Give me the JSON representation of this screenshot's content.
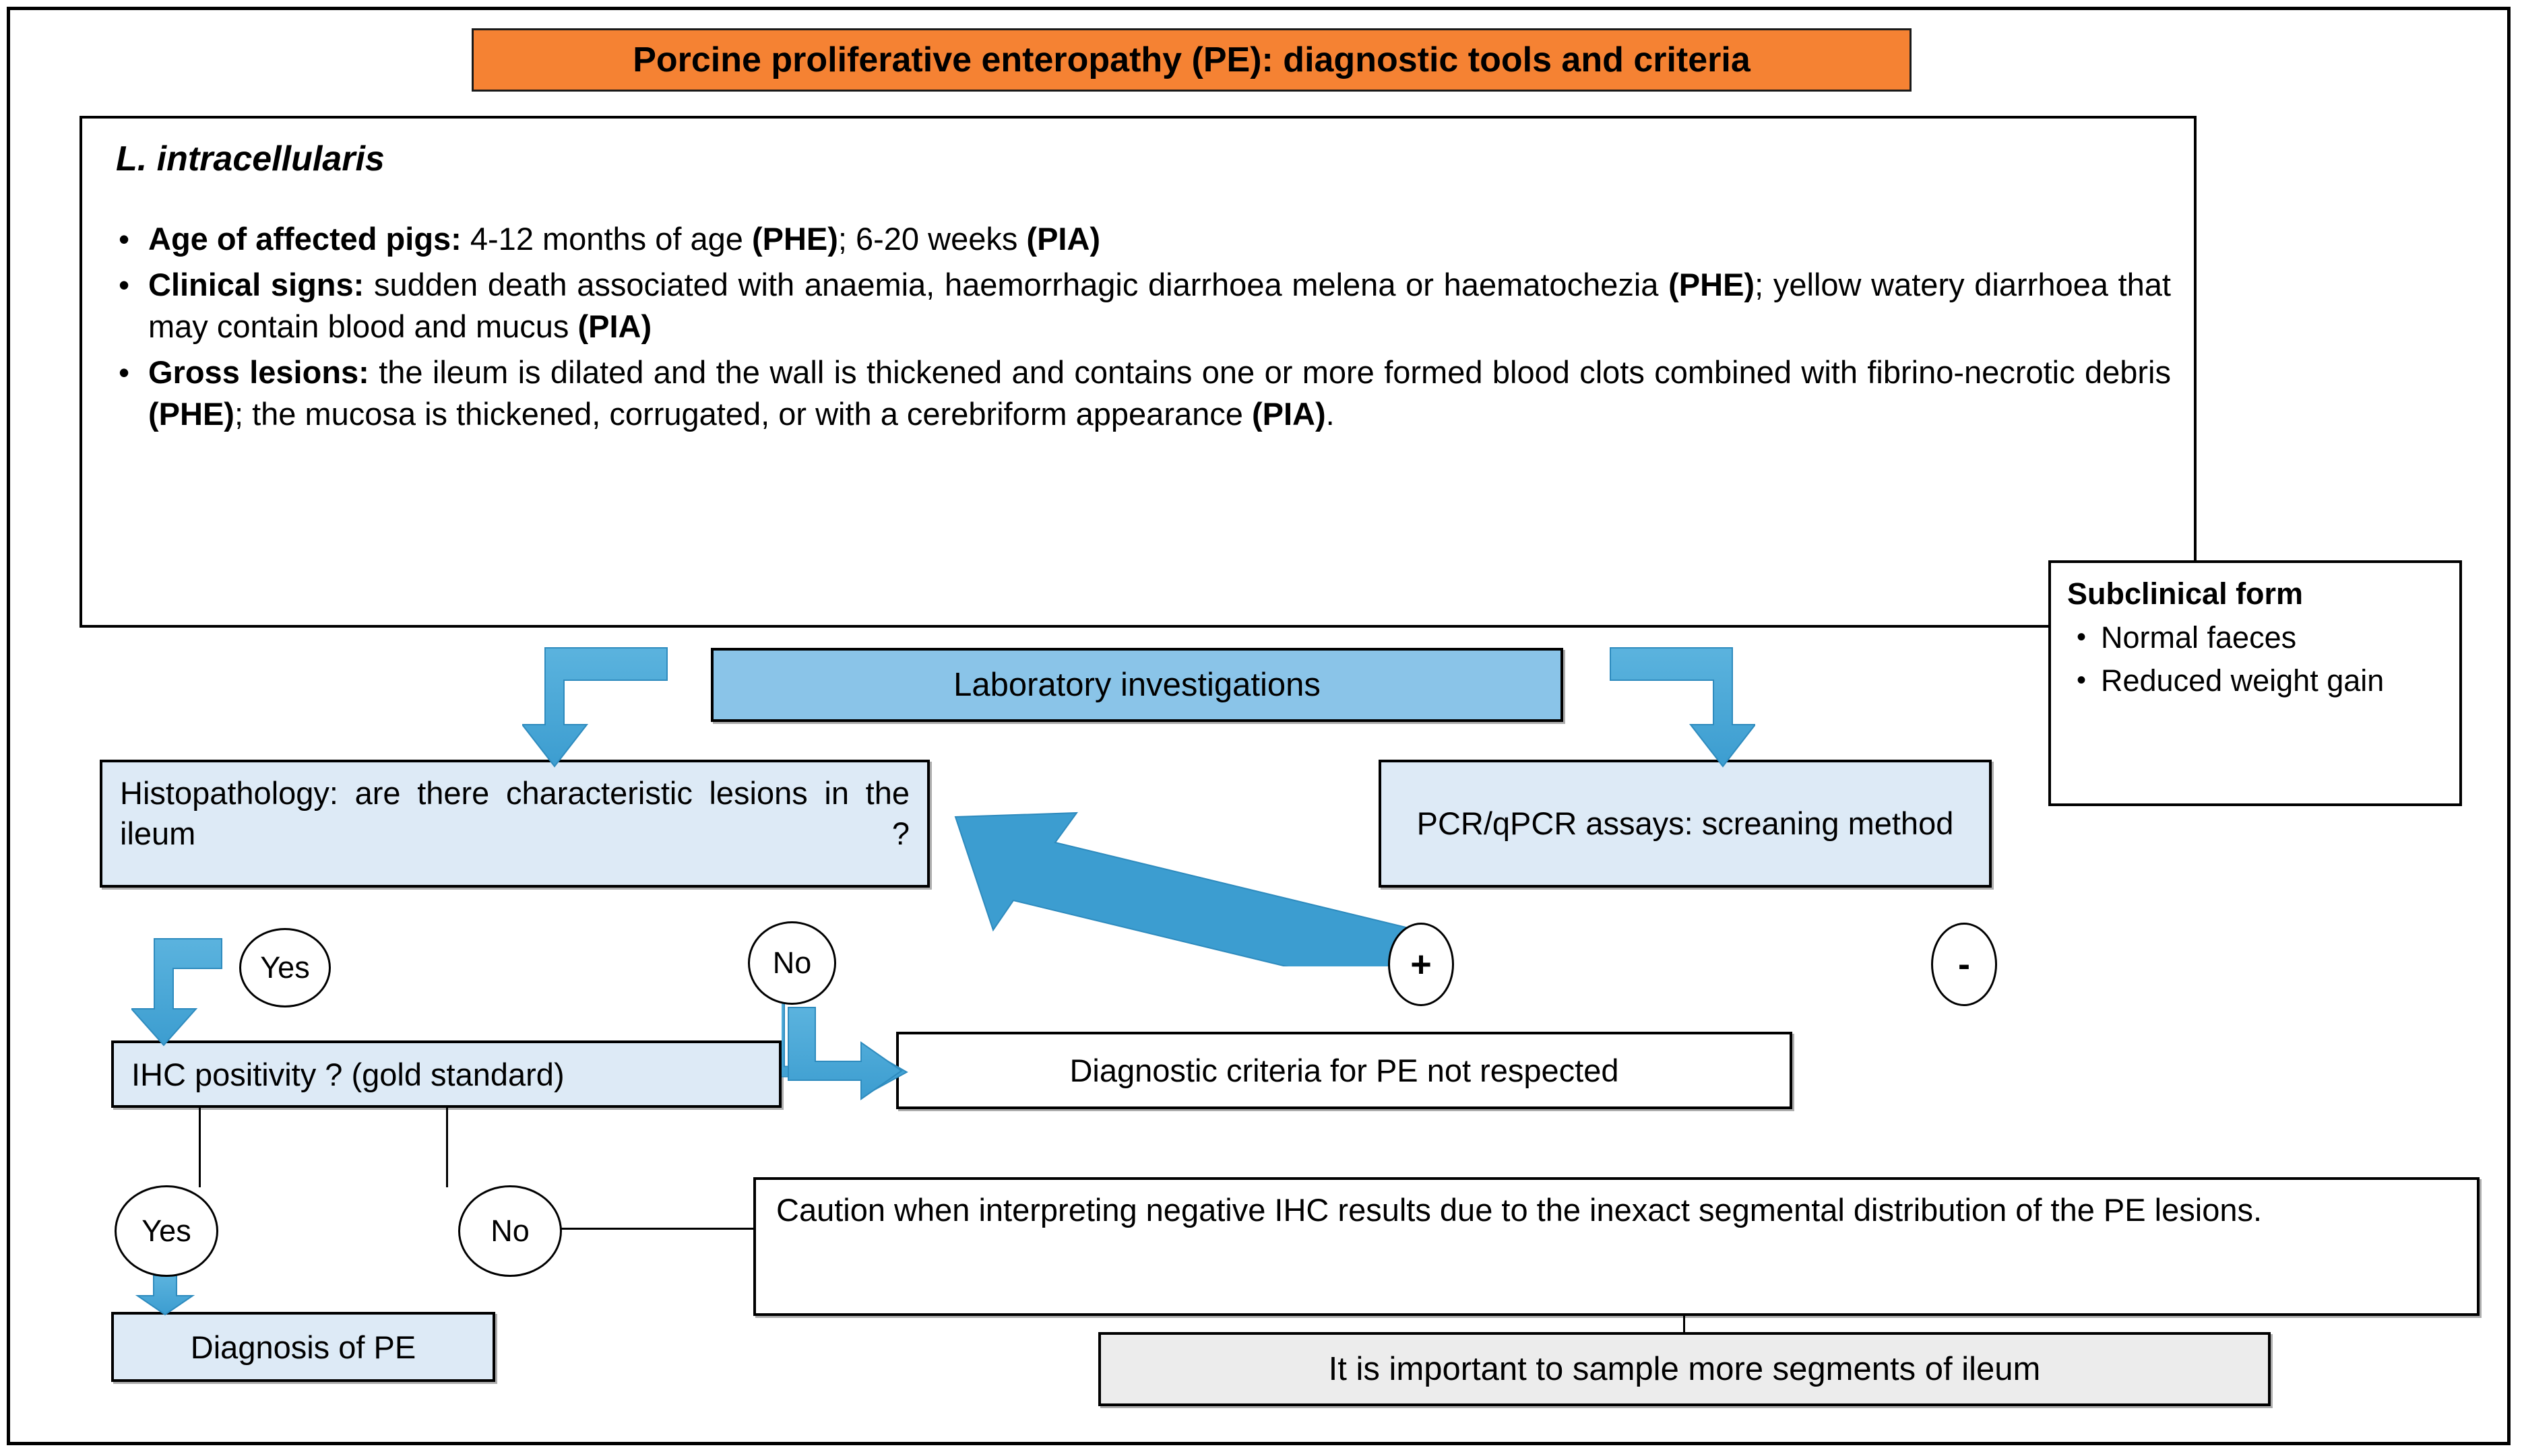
{
  "title": "Porcine proliferative enteropathy (PE): diagnostic tools and criteria",
  "colors": {
    "title_bg": "#F58233",
    "lab_box_bg": "#8AC4E8",
    "node_bg": "#DDEAF6",
    "arrow_blue": "#3C9DD0",
    "grey_box_bg": "#ECECEC"
  },
  "info_box": {
    "organism": "L. intracellularis",
    "bullets": [
      {
        "dot": "•",
        "segments": [
          {
            "text": "Age of affected pigs:",
            "bold": true
          },
          {
            "text": " 4-12 months of age ",
            "bold": false
          },
          {
            "text": "(PHE)",
            "bold": true
          },
          {
            "text": "; 6-20 weeks ",
            "bold": false
          },
          {
            "text": "(PIA)",
            "bold": true
          }
        ]
      },
      {
        "dot": "•",
        "segments": [
          {
            "text": "Clinical signs:",
            "bold": true
          },
          {
            "text": " sudden death associated with anaemia, haemorrhagic diarrhoea melena or haematochezia ",
            "bold": false
          },
          {
            "text": "(PHE)",
            "bold": true
          },
          {
            "text": "; yellow watery diarrhoea that may contain blood and mucus ",
            "bold": false
          },
          {
            "text": "(PIA)",
            "bold": true
          }
        ]
      },
      {
        "dot": "•",
        "segments": [
          {
            "text": "Gross lesions:",
            "bold": true
          },
          {
            "text": " the ileum is dilated and the wall is thickened and contains one or more formed blood clots combined with fibrino-necrotic debris ",
            "bold": false
          },
          {
            "text": "(PHE)",
            "bold": true
          },
          {
            "text": "; the mucosa is thickened, corrugated, or with a cerebriform appearance ",
            "bold": false
          },
          {
            "text": "(PIA)",
            "bold": true
          },
          {
            "text": ".",
            "bold": false
          }
        ]
      }
    ]
  },
  "subclinical": {
    "title": "Subclinical form",
    "bullet_dot": "•",
    "items": [
      "Normal faeces",
      "Reduced weight gain"
    ]
  },
  "flow": {
    "lab_investigations": "Laboratory investigations",
    "histopathology": "Histopathology: are there characteristic lesions in the ileum ?",
    "pcr_assays": "PCR/qPCR assays: screaning method",
    "ihc_positivity": "IHC positivity ? (gold standard)",
    "diagnostic_criteria_not_respected": "Diagnostic criteria for PE not respected",
    "caution": "Caution when interpreting negative IHC results due to the inexact segmental distribution of the PE lesions.",
    "diagnosis_of_pe": "Diagnosis of PE",
    "sample_more_segments": "It is important to sample more segments of ileum"
  },
  "labels": {
    "yes": "Yes",
    "no": "No",
    "plus": "+",
    "minus": "-"
  }
}
